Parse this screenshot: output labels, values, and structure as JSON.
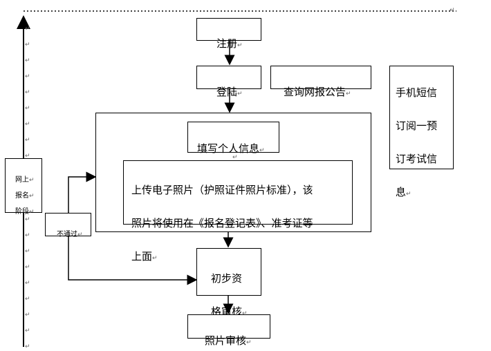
{
  "stage_side": {
    "label_lines": [
      "网上",
      "报名",
      "阶段"
    ]
  },
  "flow": {
    "register": "注册",
    "login": "登陆",
    "check_notice": "查询网报公告",
    "sms": "手机短信订阅一预订考试信息",
    "sms_lines": [
      "手机短信",
      "订阅一预",
      "订考试信",
      "息"
    ],
    "fill_info": "填写个人信息",
    "upload_photo_lines": [
      "上传电子照片（护照证件照片标准），该",
      "照片将使用在《报名登记表》、准考证等",
      "上面"
    ],
    "not_pass": "不通过",
    "prelim_review_lines": [
      "初步资",
      "格审核"
    ],
    "photo_review": "照片审核"
  },
  "marks": {
    "paragraph": "↵"
  }
}
